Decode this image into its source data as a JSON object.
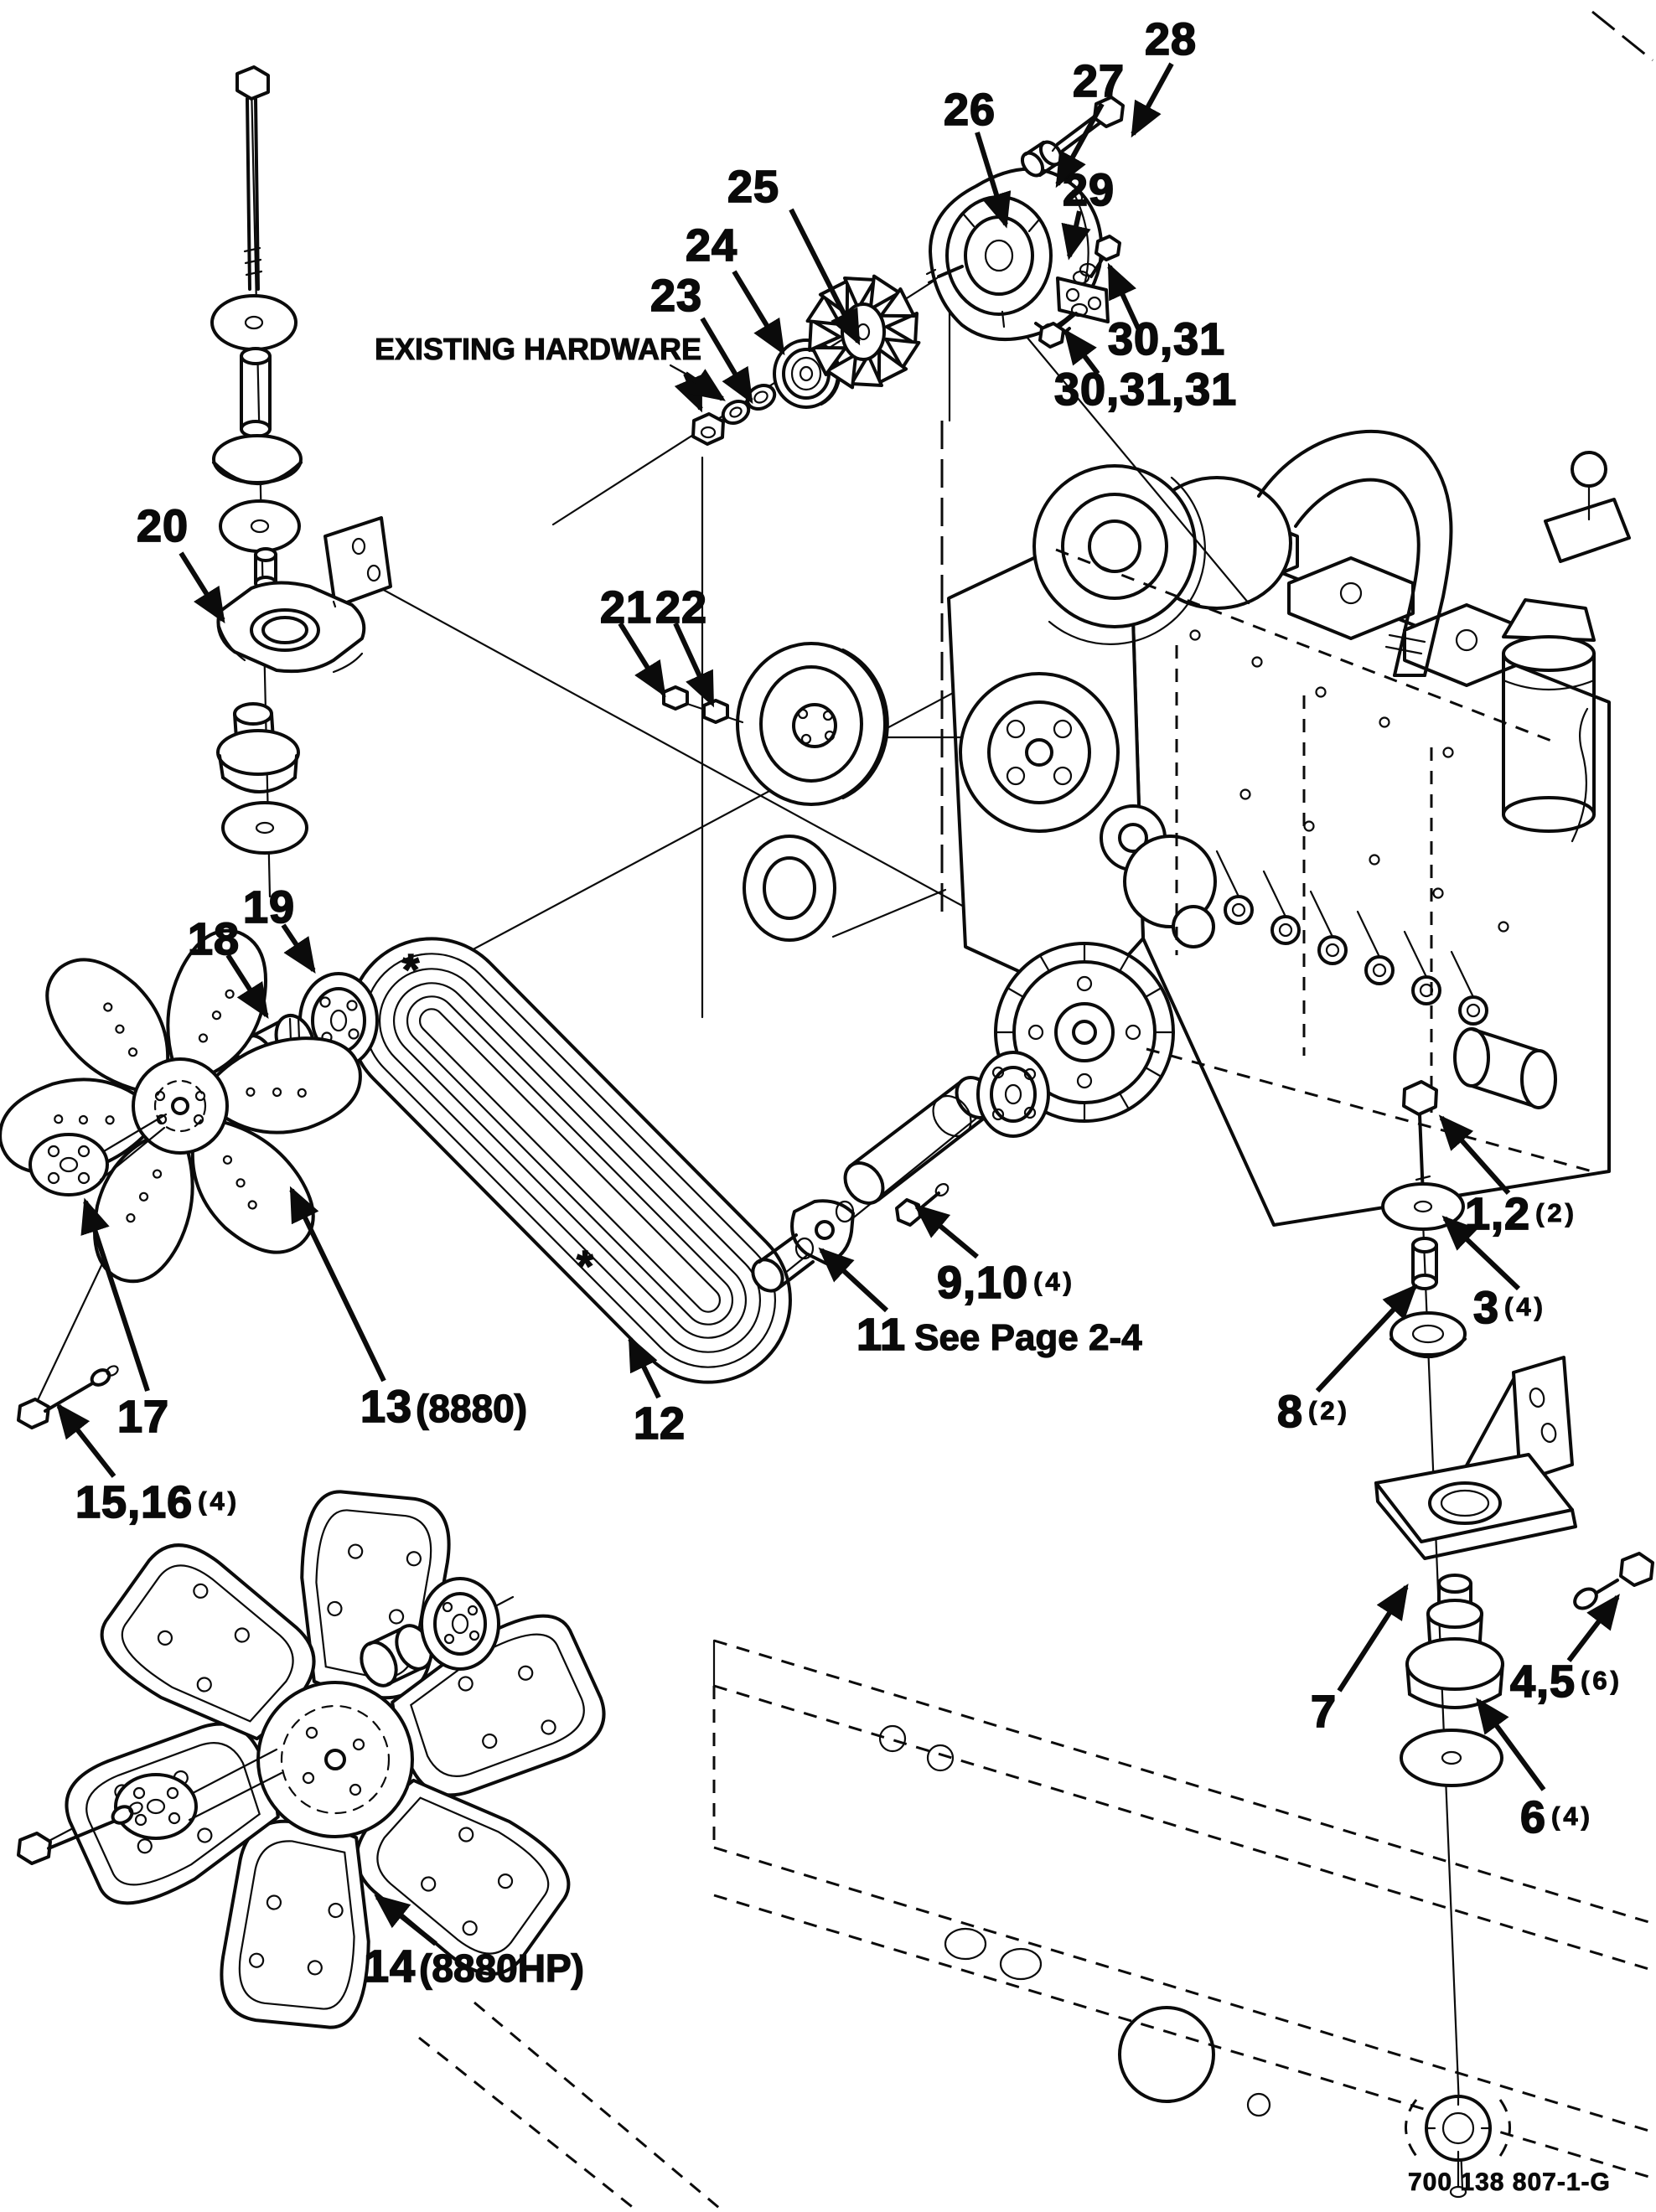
{
  "labels": {
    "existing_hardware": "EXISTING HARDWARE",
    "drawing_number": "700 138 807-1-G",
    "asterisk": "*"
  },
  "callouts": [
    {
      "num": "28"
    },
    {
      "num": "27"
    },
    {
      "num": "26"
    },
    {
      "num": "25"
    },
    {
      "num": "24"
    },
    {
      "num": "23"
    },
    {
      "num": "29"
    },
    {
      "num": "30,31"
    },
    {
      "num": "30,31,31"
    },
    {
      "num": "20"
    },
    {
      "num": "21"
    },
    {
      "num": "22"
    },
    {
      "num": "19"
    },
    {
      "num": "18"
    },
    {
      "num": "13",
      "model": "(8880)"
    },
    {
      "num": "12"
    },
    {
      "num": "17"
    },
    {
      "num": "15,16",
      "qty": "(4)"
    },
    {
      "num": "9,10",
      "qty": "(4)"
    },
    {
      "num": "11",
      "note": "See Page 2-4"
    },
    {
      "num": "1,2",
      "qty": "(2)"
    },
    {
      "num": "3",
      "qty": "(4)"
    },
    {
      "num": "8",
      "qty": "(2)"
    },
    {
      "num": "7"
    },
    {
      "num": "4,5",
      "qty": "(6)"
    },
    {
      "num": "6",
      "qty": "(4)"
    },
    {
      "num": "14",
      "model": "(8880HP)"
    }
  ]
}
